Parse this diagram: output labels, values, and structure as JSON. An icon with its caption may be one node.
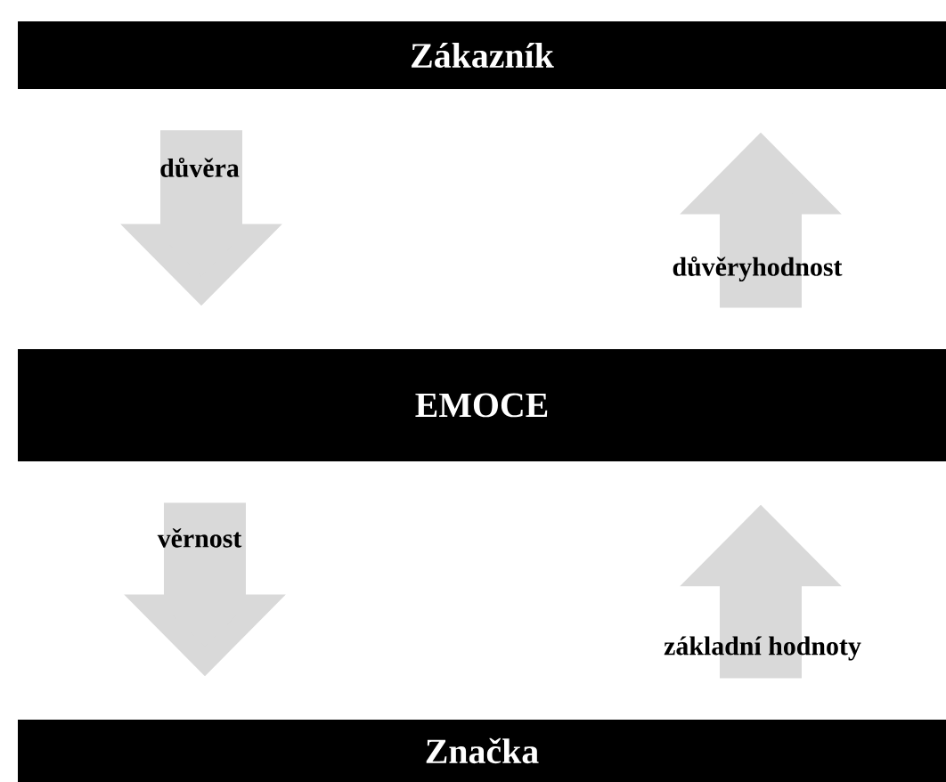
{
  "diagram": {
    "nodes": [
      {
        "text": [
          "Zákazník"
        ]
      },
      {
        "text": [
          "EMOCE"
        ]
      },
      {
        "text": [
          "Značka"
        ]
      }
    ],
    "edges": [
      {
        "from": 0,
        "to": 1,
        "arrow": "to",
        "label": "důvěra"
      },
      {
        "from": 1,
        "to": 0,
        "arrow": "to",
        "label": "důvěryhodnost"
      },
      {
        "from": 1,
        "to": 2,
        "arrow": "to",
        "label": "věrnost"
      },
      {
        "from": 2,
        "to": 1,
        "arrow": "to",
        "label": "základní hodnoty"
      }
    ]
  }
}
